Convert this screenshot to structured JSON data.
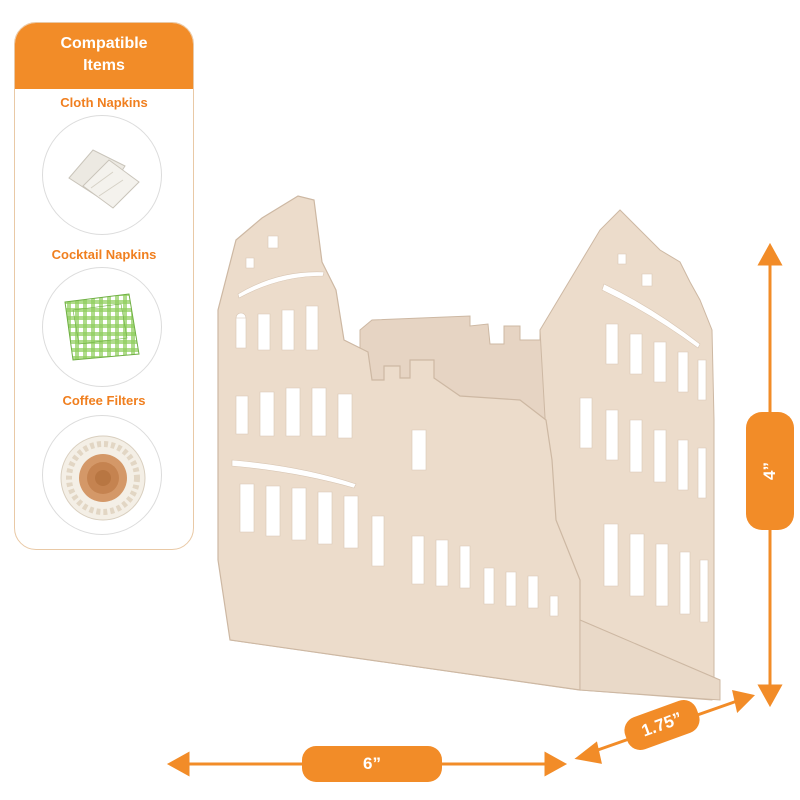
{
  "panel": {
    "title_line1": "Compatible",
    "title_line2": "Items",
    "items": [
      {
        "label": "Cloth Napkins",
        "icon": "cloth-napkins-icon"
      },
      {
        "label": "Cocktail Napkins",
        "icon": "cocktail-napkins-icon"
      },
      {
        "label": "Coffee Filters",
        "icon": "coffee-filters-icon"
      }
    ]
  },
  "dimensions": {
    "width": "6”",
    "depth": "1.75”",
    "height": "4”"
  },
  "colors": {
    "accent": "#f28c28",
    "product": "#ecdccb",
    "panel_border": "#e9c9a6"
  }
}
